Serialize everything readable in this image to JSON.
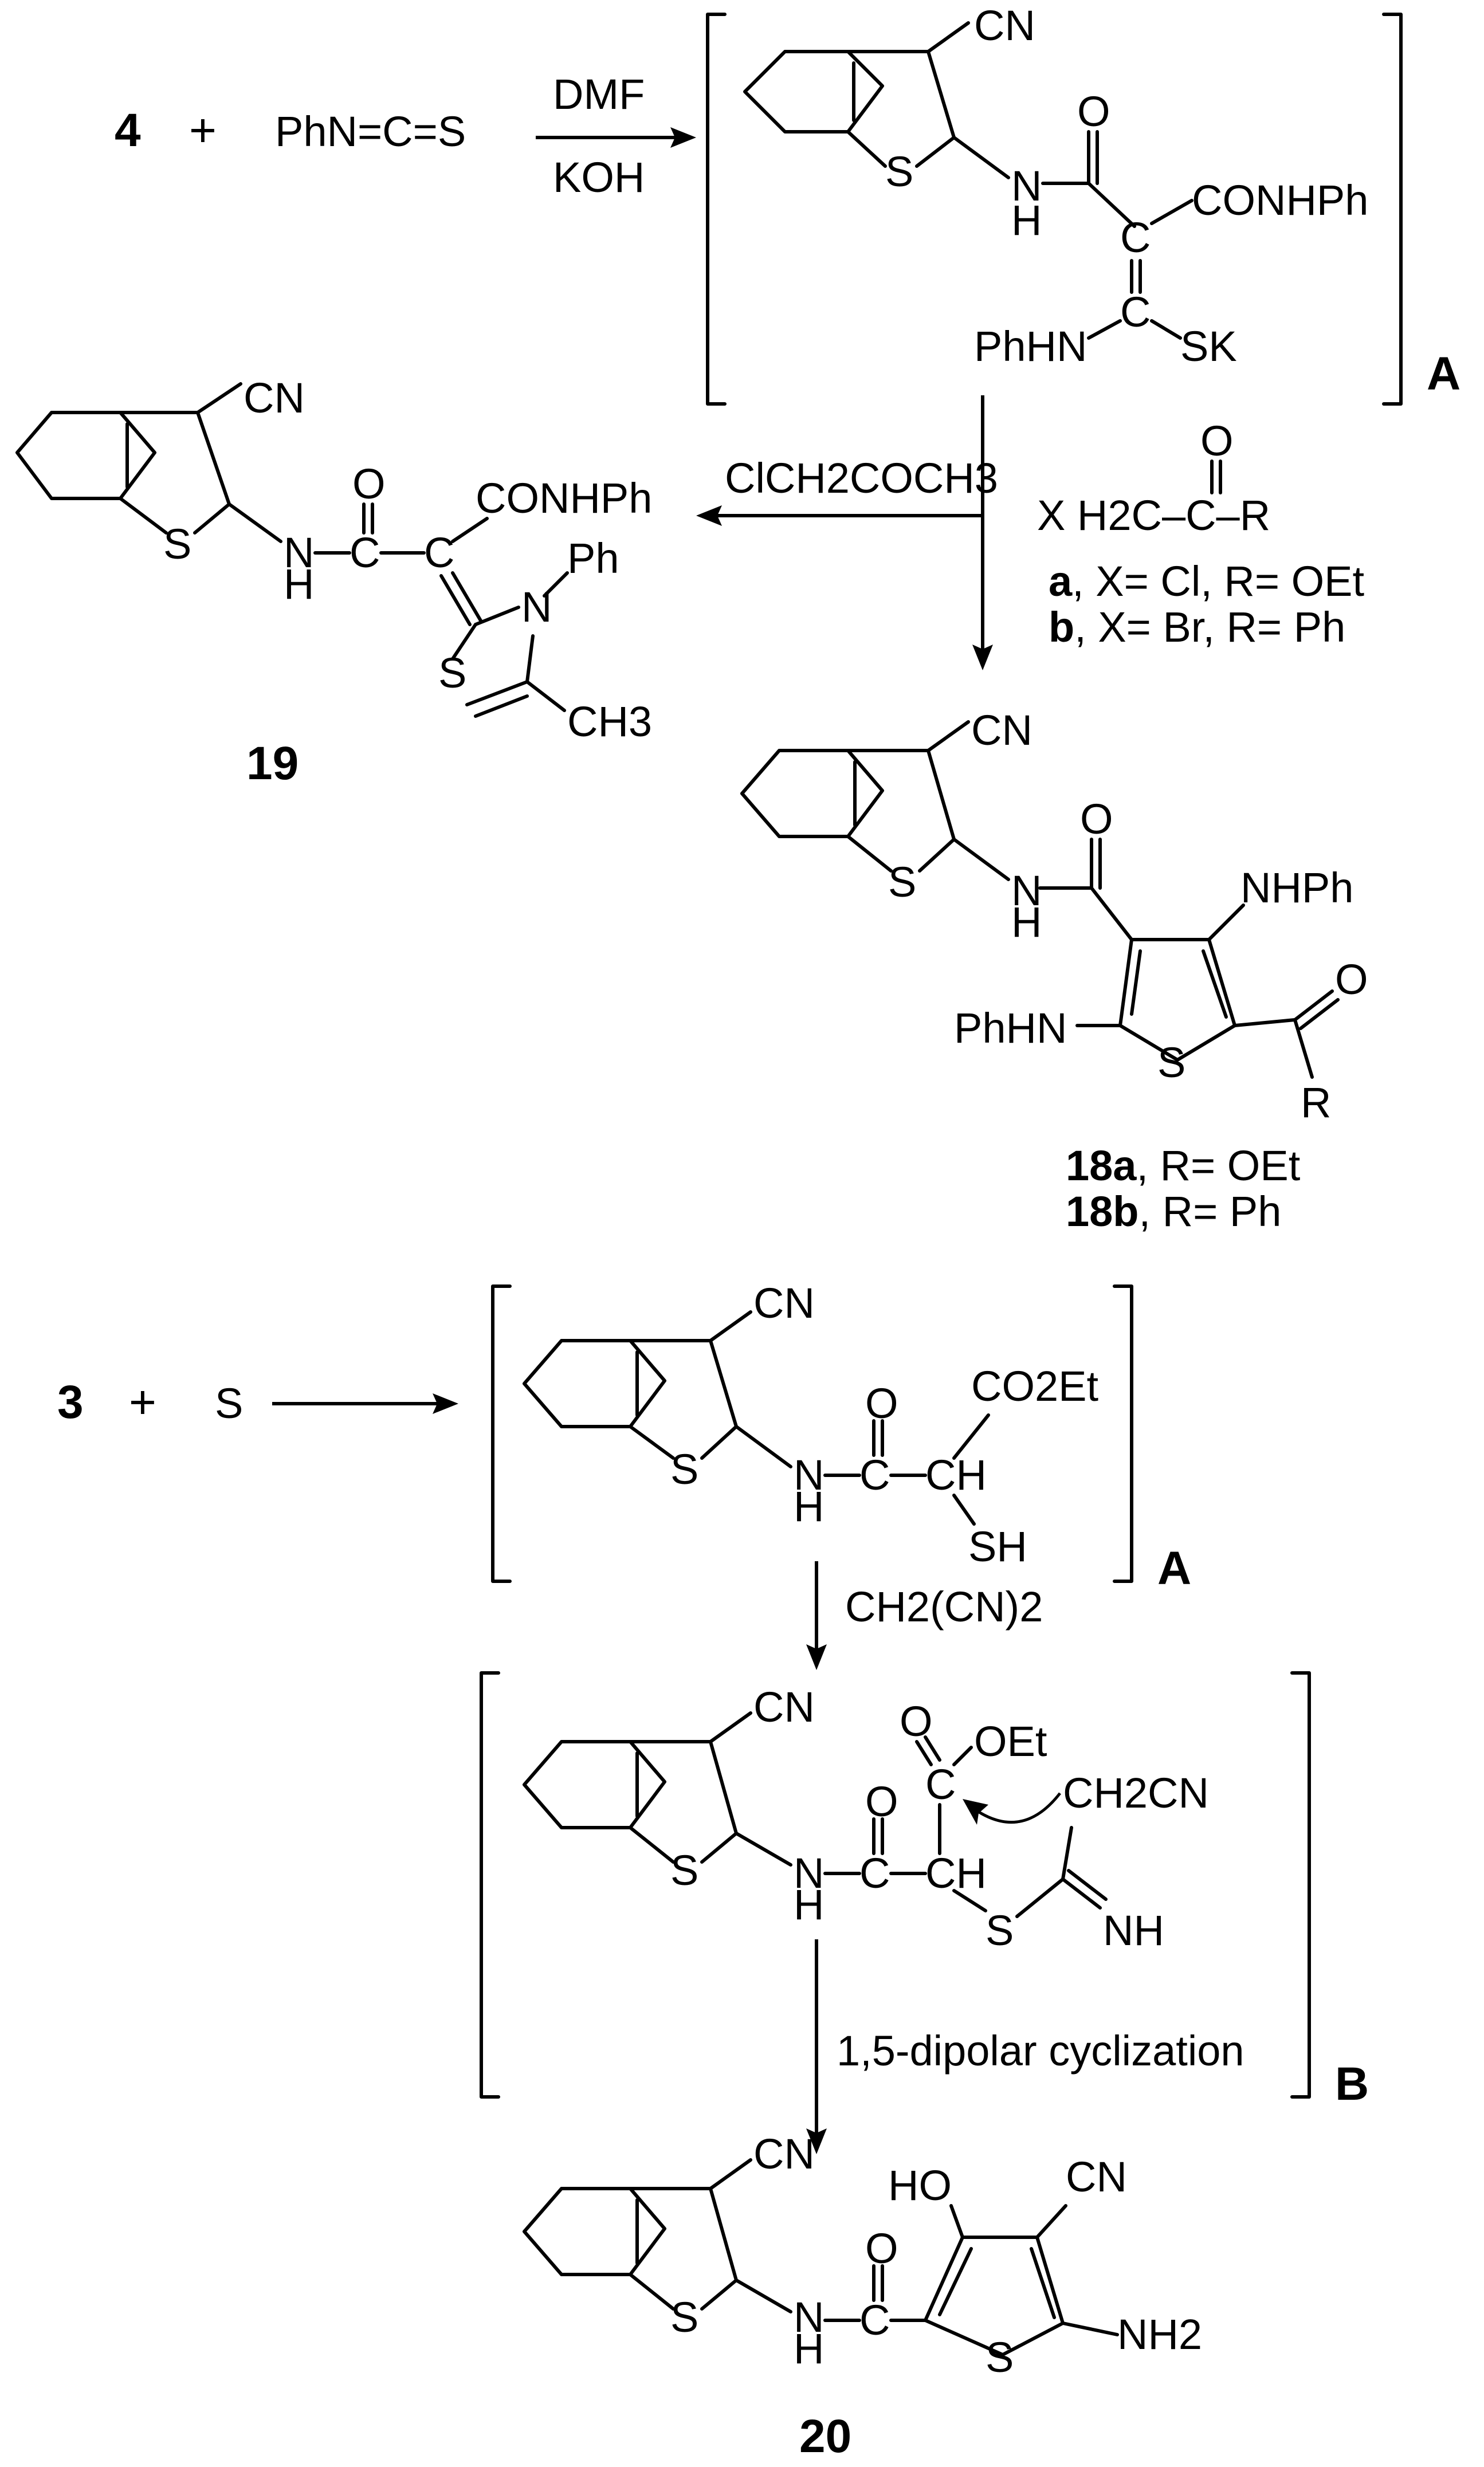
{
  "scheme1": {
    "reagent_4": "4",
    "plus": "+",
    "isothiocyanate": "PhN=C=S",
    "cond_top": "DMF",
    "cond_bottom": "KOH",
    "intermediate_A_label": "A",
    "inter_A": {
      "cn": "CN",
      "s": "S",
      "nh": "N",
      "h": "H",
      "o": "O",
      "conhph": "CONHPh",
      "c": "C",
      "phhn": "PhHN",
      "sk": "SK"
    },
    "left_reagent": "ClCH2COCH3",
    "right_reagent": "X H2C–C–R",
    "right_reagent_o": "O",
    "option_a_letter": "a",
    "option_a": ", X= Cl, R= OEt",
    "option_b_letter": "b",
    "option_b": ", X= Br, R= Ph",
    "product_19": {
      "label": "19",
      "cn": "CN",
      "s": "S",
      "s2": "S",
      "n": "N",
      "h": "H",
      "o": "O",
      "c": "C",
      "conhph": "CONHPh",
      "ph": "Ph",
      "ch3": "CH3"
    },
    "product_18": {
      "cn": "CN",
      "s": "S",
      "s2": "S",
      "n": "N",
      "h": "H",
      "o": "O",
      "o2": "O",
      "nhph": "NHPh",
      "phhn": "PhHN",
      "r": "R",
      "label_a": "18a",
      "label_a_text": ", R= OEt",
      "label_b": "18b",
      "label_b_text": ", R= Ph"
    }
  },
  "scheme2": {
    "reagent_3": "3",
    "plus": "+",
    "sulfur": "S",
    "intermediate_A_label": "A",
    "inter_A": {
      "cn": "CN",
      "s": "S",
      "n": "N",
      "h": "H",
      "o": "O",
      "c": "C",
      "ch": "CH",
      "co2et": "CO2Et",
      "sh": "SH"
    },
    "reagent_step2": "CH2(CN)2",
    "intermediate_B_label": "B",
    "inter_B": {
      "cn": "CN",
      "s": "S",
      "s2": "S",
      "n": "N",
      "h": "H",
      "o": "O",
      "o2": "O",
      "c": "C",
      "c2": "C",
      "ch": "CH",
      "oet": "OEt",
      "ch2cn": "CH2CN",
      "nh": "NH"
    },
    "cyclization": "1,5-dipolar cyclization",
    "product_20": {
      "label": "20",
      "cn": "CN",
      "cn2": "CN",
      "s": "S",
      "s2": "S",
      "n": "N",
      "h": "H",
      "o": "O",
      "c": "C",
      "ho": "HO",
      "nh2": "NH2"
    }
  }
}
